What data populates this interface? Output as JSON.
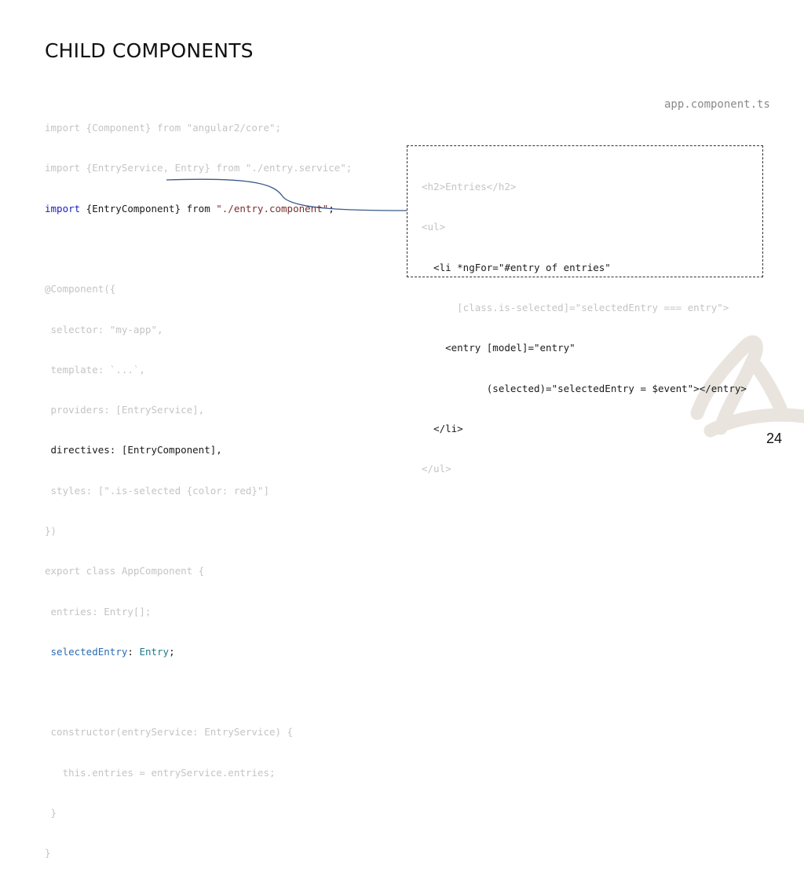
{
  "slide": {
    "title": "CHILD COMPONENTS",
    "filename": "app.component.ts",
    "page_number": "24"
  },
  "code": {
    "line1": "import {Component} from \"angular2/core\";",
    "line2": "import {EntryService, Entry} from \"./entry.service\";",
    "line3_kw": "import",
    "line3_mid": " {EntryComponent} from ",
    "line3_str": "\"./entry.component\"",
    "line3_end": ";",
    "line4": "",
    "line5": "@Component({",
    "line6": " selector: \"my-app\",",
    "line7": " template: `...`,",
    "line8": " providers: [EntryService],",
    "line9": " directives: [EntryComponent],",
    "line10": " styles: [\".is-selected {color: red}\"]",
    "line11": "})",
    "line12": "export class AppComponent {",
    "line13": " entries: Entry[];",
    "line14_field": "selectedEntry",
    "line14_sep": ": ",
    "line14_type": "Entry",
    "line14_end": ";",
    "line15": "",
    "line16": " constructor(entryService: EntryService) {",
    "line17": "   this.entries = entryService.entries;",
    "line18": " }",
    "line19": "}"
  },
  "template": {
    "line1": "<h2>Entries</h2>",
    "line2": "<ul>",
    "line3": "  <li *ngFor=\"#entry of entries\"",
    "line4": "      [class.is-selected]=\"selectedEntry === entry\">",
    "line5": "    <entry [model]=\"entry\"",
    "line6": "           (selected)=\"selectedEntry = $event\"></entry>",
    "line7": "  </li>",
    "line8": "</ul>"
  },
  "colors": {
    "accent_line": "#3a5a8a",
    "logo": "#e9e4dd",
    "dimmed_code": "#c4c4c4",
    "highlight_code": "#1a1a1a"
  },
  "icons": {
    "logo": "stylized-a-logo"
  }
}
